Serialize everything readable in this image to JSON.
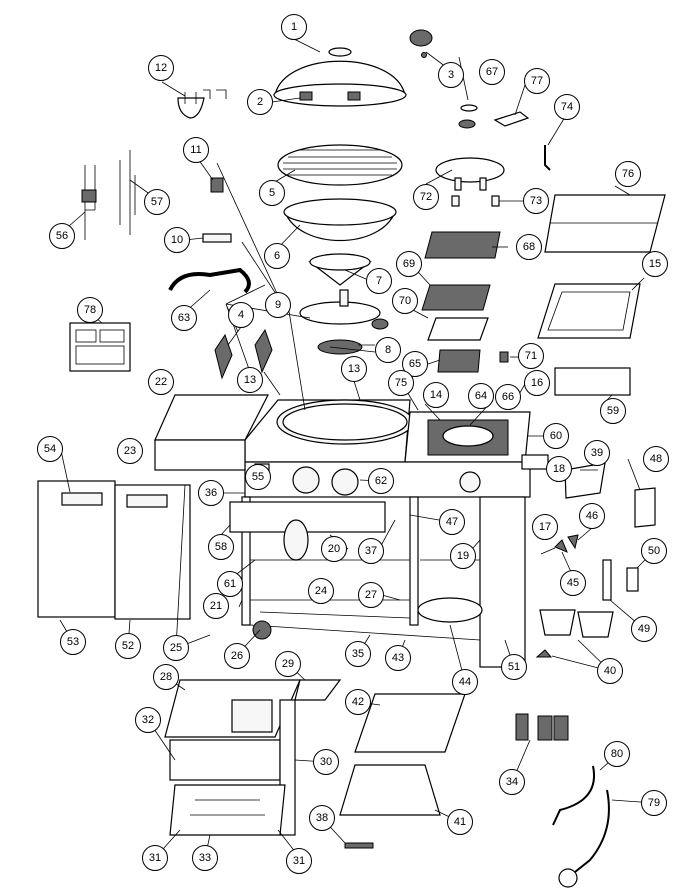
{
  "diagram": {
    "callouts": [
      {
        "label": "1"
      },
      {
        "label": "2"
      },
      {
        "label": "3"
      },
      {
        "label": "4"
      },
      {
        "label": "5"
      },
      {
        "label": "6"
      },
      {
        "label": "7"
      },
      {
        "label": "8"
      },
      {
        "label": "9"
      },
      {
        "label": "10"
      },
      {
        "label": "11"
      },
      {
        "label": "12"
      },
      {
        "label": "13"
      },
      {
        "label": "13"
      },
      {
        "label": "14"
      },
      {
        "label": "15"
      },
      {
        "label": "16"
      },
      {
        "label": "17"
      },
      {
        "label": "18"
      },
      {
        "label": "19"
      },
      {
        "label": "20"
      },
      {
        "label": "21"
      },
      {
        "label": "22"
      },
      {
        "label": "23"
      },
      {
        "label": "24"
      },
      {
        "label": "25"
      },
      {
        "label": "26"
      },
      {
        "label": "27"
      },
      {
        "label": "28"
      },
      {
        "label": "29"
      },
      {
        "label": "30"
      },
      {
        "label": "31"
      },
      {
        "label": "31"
      },
      {
        "label": "32"
      },
      {
        "label": "33"
      },
      {
        "label": "34"
      },
      {
        "label": "35"
      },
      {
        "label": "36"
      },
      {
        "label": "37"
      },
      {
        "label": "38"
      },
      {
        "label": "39"
      },
      {
        "label": "40"
      },
      {
        "label": "41"
      },
      {
        "label": "42"
      },
      {
        "label": "43"
      },
      {
        "label": "44"
      },
      {
        "label": "45"
      },
      {
        "label": "46"
      },
      {
        "label": "47"
      },
      {
        "label": "48"
      },
      {
        "label": "49"
      },
      {
        "label": "50"
      },
      {
        "label": "51"
      },
      {
        "label": "52"
      },
      {
        "label": "53"
      },
      {
        "label": "54"
      },
      {
        "label": "55"
      },
      {
        "label": "56"
      },
      {
        "label": "57"
      },
      {
        "label": "58"
      },
      {
        "label": "59"
      },
      {
        "label": "60"
      },
      {
        "label": "61"
      },
      {
        "label": "62"
      },
      {
        "label": "63"
      },
      {
        "label": "64"
      },
      {
        "label": "65"
      },
      {
        "label": "66"
      },
      {
        "label": "67"
      },
      {
        "label": "68"
      },
      {
        "label": "69"
      },
      {
        "label": "70"
      },
      {
        "label": "71"
      },
      {
        "label": "72"
      },
      {
        "label": "73"
      },
      {
        "label": "74"
      },
      {
        "label": "75"
      },
      {
        "label": "76"
      },
      {
        "label": "77"
      },
      {
        "label": "78"
      },
      {
        "label": "79"
      },
      {
        "label": "80"
      }
    ]
  },
  "colors": {
    "line": "#000000",
    "background": "#ffffff",
    "fill": "#f7f7f7",
    "dark": "#6a6a6a"
  }
}
